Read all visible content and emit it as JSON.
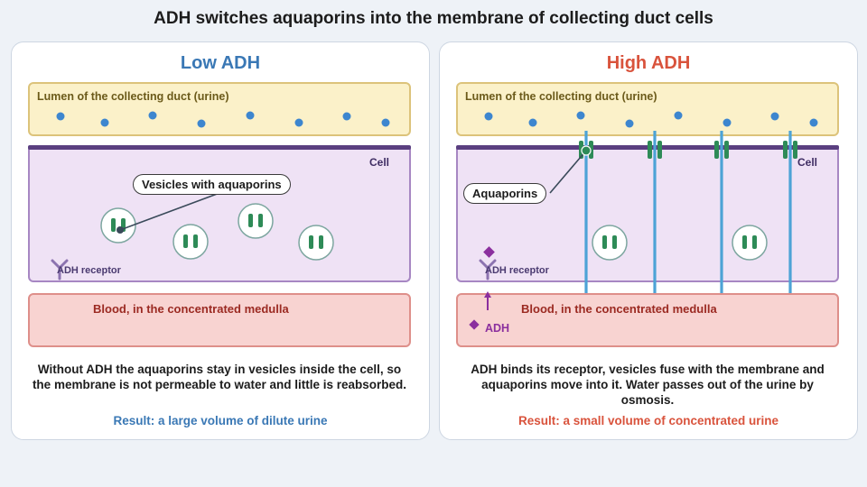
{
  "title": "ADH switches aquaporins into the membrane of collecting duct cells",
  "colors": {
    "low_accent": "#3a78b5",
    "high_accent": "#d9533c",
    "membrane": "#5a3f80",
    "dot": "#3d86cf",
    "aquaporin": "#2e8b57",
    "adh": "#8b2f9e",
    "water_channel": "#4da3d6"
  },
  "low": {
    "heading": "Low ADH",
    "lumen_label": "Lumen of the collecting duct (urine)",
    "cell_label": "Cell",
    "receptor_label": "ADH receptor",
    "blood_label": "Blood, in the concentrated medulla",
    "callout": "Vesicles with aquaporins",
    "caption": "Without ADH the aquaporins stay in vesicles inside the cell, so the membrane is not permeable to water and little is reabsorbed.",
    "result": "Result: a large volume of dilute urine"
  },
  "high": {
    "heading": "High ADH",
    "lumen_label": "Lumen of the collecting duct (urine)",
    "cell_label": "Cell",
    "receptor_label": "ADH receptor",
    "blood_label": "Blood, in the concentrated medulla",
    "callout": "Aquaporins",
    "adh_label": "ADH",
    "caption": "ADH binds its receptor, vesicles fuse with the membrane and aquaporins move into it. Water passes out of the urine by osmosis.",
    "result": "Result: a small volume of concentrated urine"
  }
}
